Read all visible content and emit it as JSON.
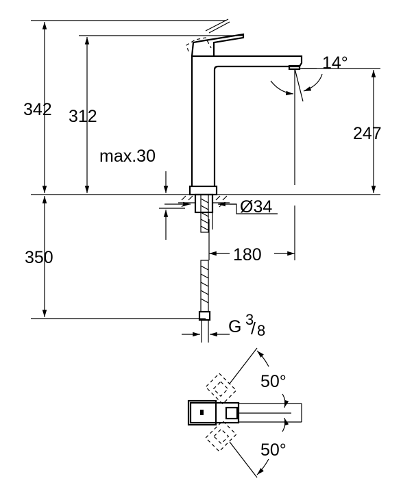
{
  "drawing": {
    "dimensions": {
      "total_height": "342",
      "handle_height": "312",
      "spout_height": "247",
      "max_counter_thickness": "max.30",
      "hole_diameter": "Ø34",
      "below_counter": "350",
      "spout_reach": "180",
      "connection_prefix": "G",
      "connection_num": "3",
      "connection_den": "8",
      "spout_angle": "14°",
      "swivel_angle_top": "50°",
      "swivel_angle_bottom": "50°"
    }
  }
}
